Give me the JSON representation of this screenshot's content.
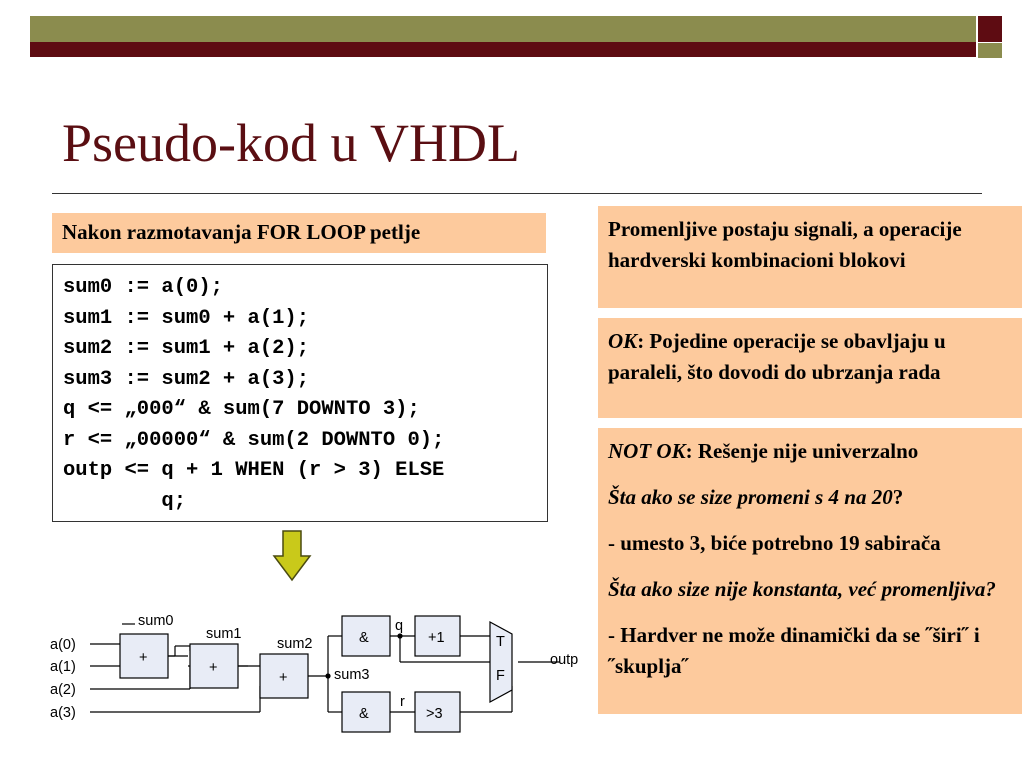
{
  "slide": {
    "title": "Pseudo-kod u VHDL",
    "heading": "Nakon razmotavanja FOR LOOP petlje",
    "code_lines": [
      "sum0 := a(0);",
      "sum1 := sum0 + a(1);",
      "sum2 := sum1 + a(2);",
      "sum3 := sum2 + a(3);",
      "q <= „000“ & sum(7 DOWNTO 3);",
      "r <= „00000“ & sum(2 DOWNTO 0);",
      "outp <= q + 1 WHEN (r > 3) ELSE",
      "        q;"
    ],
    "note1": "Promenljive postaju signali, a operacije hardverski kombinacioni blokovi",
    "note2": {
      "label": "OK",
      "text": ": Pojedine operacije se obavljaju u paraleli, što dovodi do ubrzanja rada"
    },
    "note3": {
      "label": "NOT OK",
      "text": ": Rešenje nije univerzalno",
      "q1_italic": "Šta ako se size promeni s 4 na 20",
      "q1_mark": "?",
      "line2": "- umesto 3, biće potrebno 19 sabirača",
      "q2_italic": "Šta ako size nije konstanta, već promenljiva?",
      "line4": "- Hardver ne može dinamički da se ˝širi˝ i ˝skuplja˝"
    }
  },
  "diagram": {
    "inputs": [
      "a(0)",
      "a(1)",
      "a(2)",
      "a(3)"
    ],
    "signals": {
      "sum0": "sum0",
      "sum1": "sum1",
      "sum2": "sum2",
      "sum3": "sum3",
      "q": "q",
      "r": "r",
      "outp": "outp"
    },
    "blocks": {
      "add1": "+",
      "add2": "+",
      "add3": "+",
      "concat_top": "&",
      "concat_bottom": "&",
      "inc": "+1",
      "cmp": ">3",
      "mux_t": "T",
      "mux_f": "F"
    }
  },
  "colors": {
    "bar_olive": "#8b8c4e",
    "bar_maroon": "#5e0c12",
    "title": "#5a0e12",
    "box_fill": "#fdca9d",
    "block_fill": "#e8ecf6",
    "arrow_fill": "#c9c91a"
  }
}
